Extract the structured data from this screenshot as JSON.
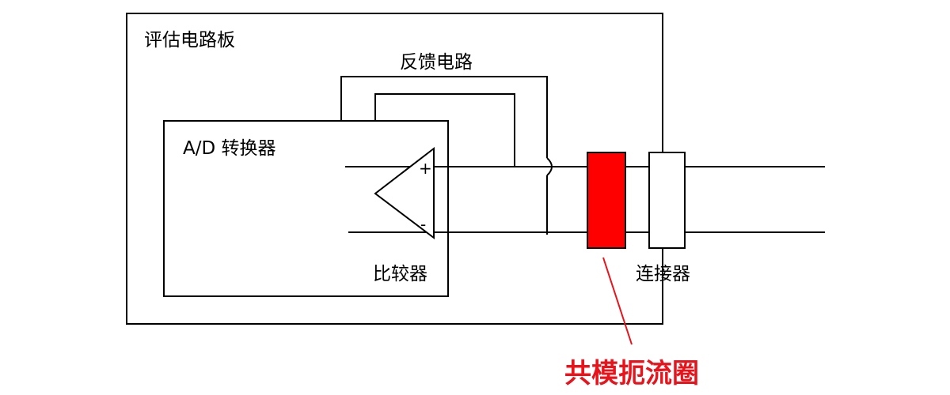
{
  "labels": {
    "board": "评估电路板",
    "feedback": "反馈电路",
    "adc": "A/D 转换器",
    "comparator": "比较器",
    "plus": "+",
    "minus": "-",
    "connector": "连接器",
    "choke": "共模扼流圈"
  },
  "colors": {
    "line": "#000000",
    "choke_fill": "#ff0000",
    "choke_label": "#e8141c",
    "leader": "#e8141c"
  }
}
